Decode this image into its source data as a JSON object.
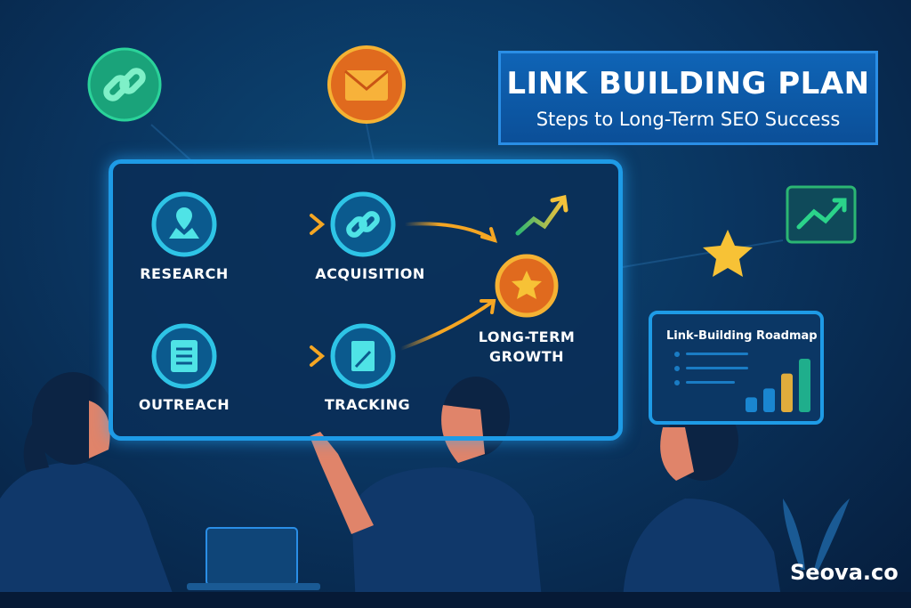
{
  "header": {
    "title": "LINK BUILDING PLAN",
    "subtitle": "Steps to Long-Term SEO Success"
  },
  "diagram": {
    "steps": [
      {
        "label": "RESEARCH",
        "icon": "map-pin-icon"
      },
      {
        "label": "ACQUISITION",
        "icon": "link-icon"
      },
      {
        "label": "OUTREACH",
        "icon": "document-icon"
      },
      {
        "label": "TRACKING",
        "icon": "edit-checklist-icon"
      }
    ],
    "goal": {
      "label_line1": "LONG-TERM",
      "label_line2": "GROWTH",
      "icon": "star-icon"
    }
  },
  "roadmap_card": {
    "title": "Link-Building Roadmap",
    "bar_values": [
      1,
      1.6,
      2.6,
      3.6
    ]
  },
  "floating_icons": [
    "link-icon",
    "mail-icon",
    "trend-up-icon",
    "star-icon"
  ],
  "brand": "Seova.co",
  "colors": {
    "accent_cyan": "#2ec4e6",
    "accent_orange": "#f5a623",
    "accent_green": "#2bb673",
    "title_blue": "#0f64b6"
  }
}
